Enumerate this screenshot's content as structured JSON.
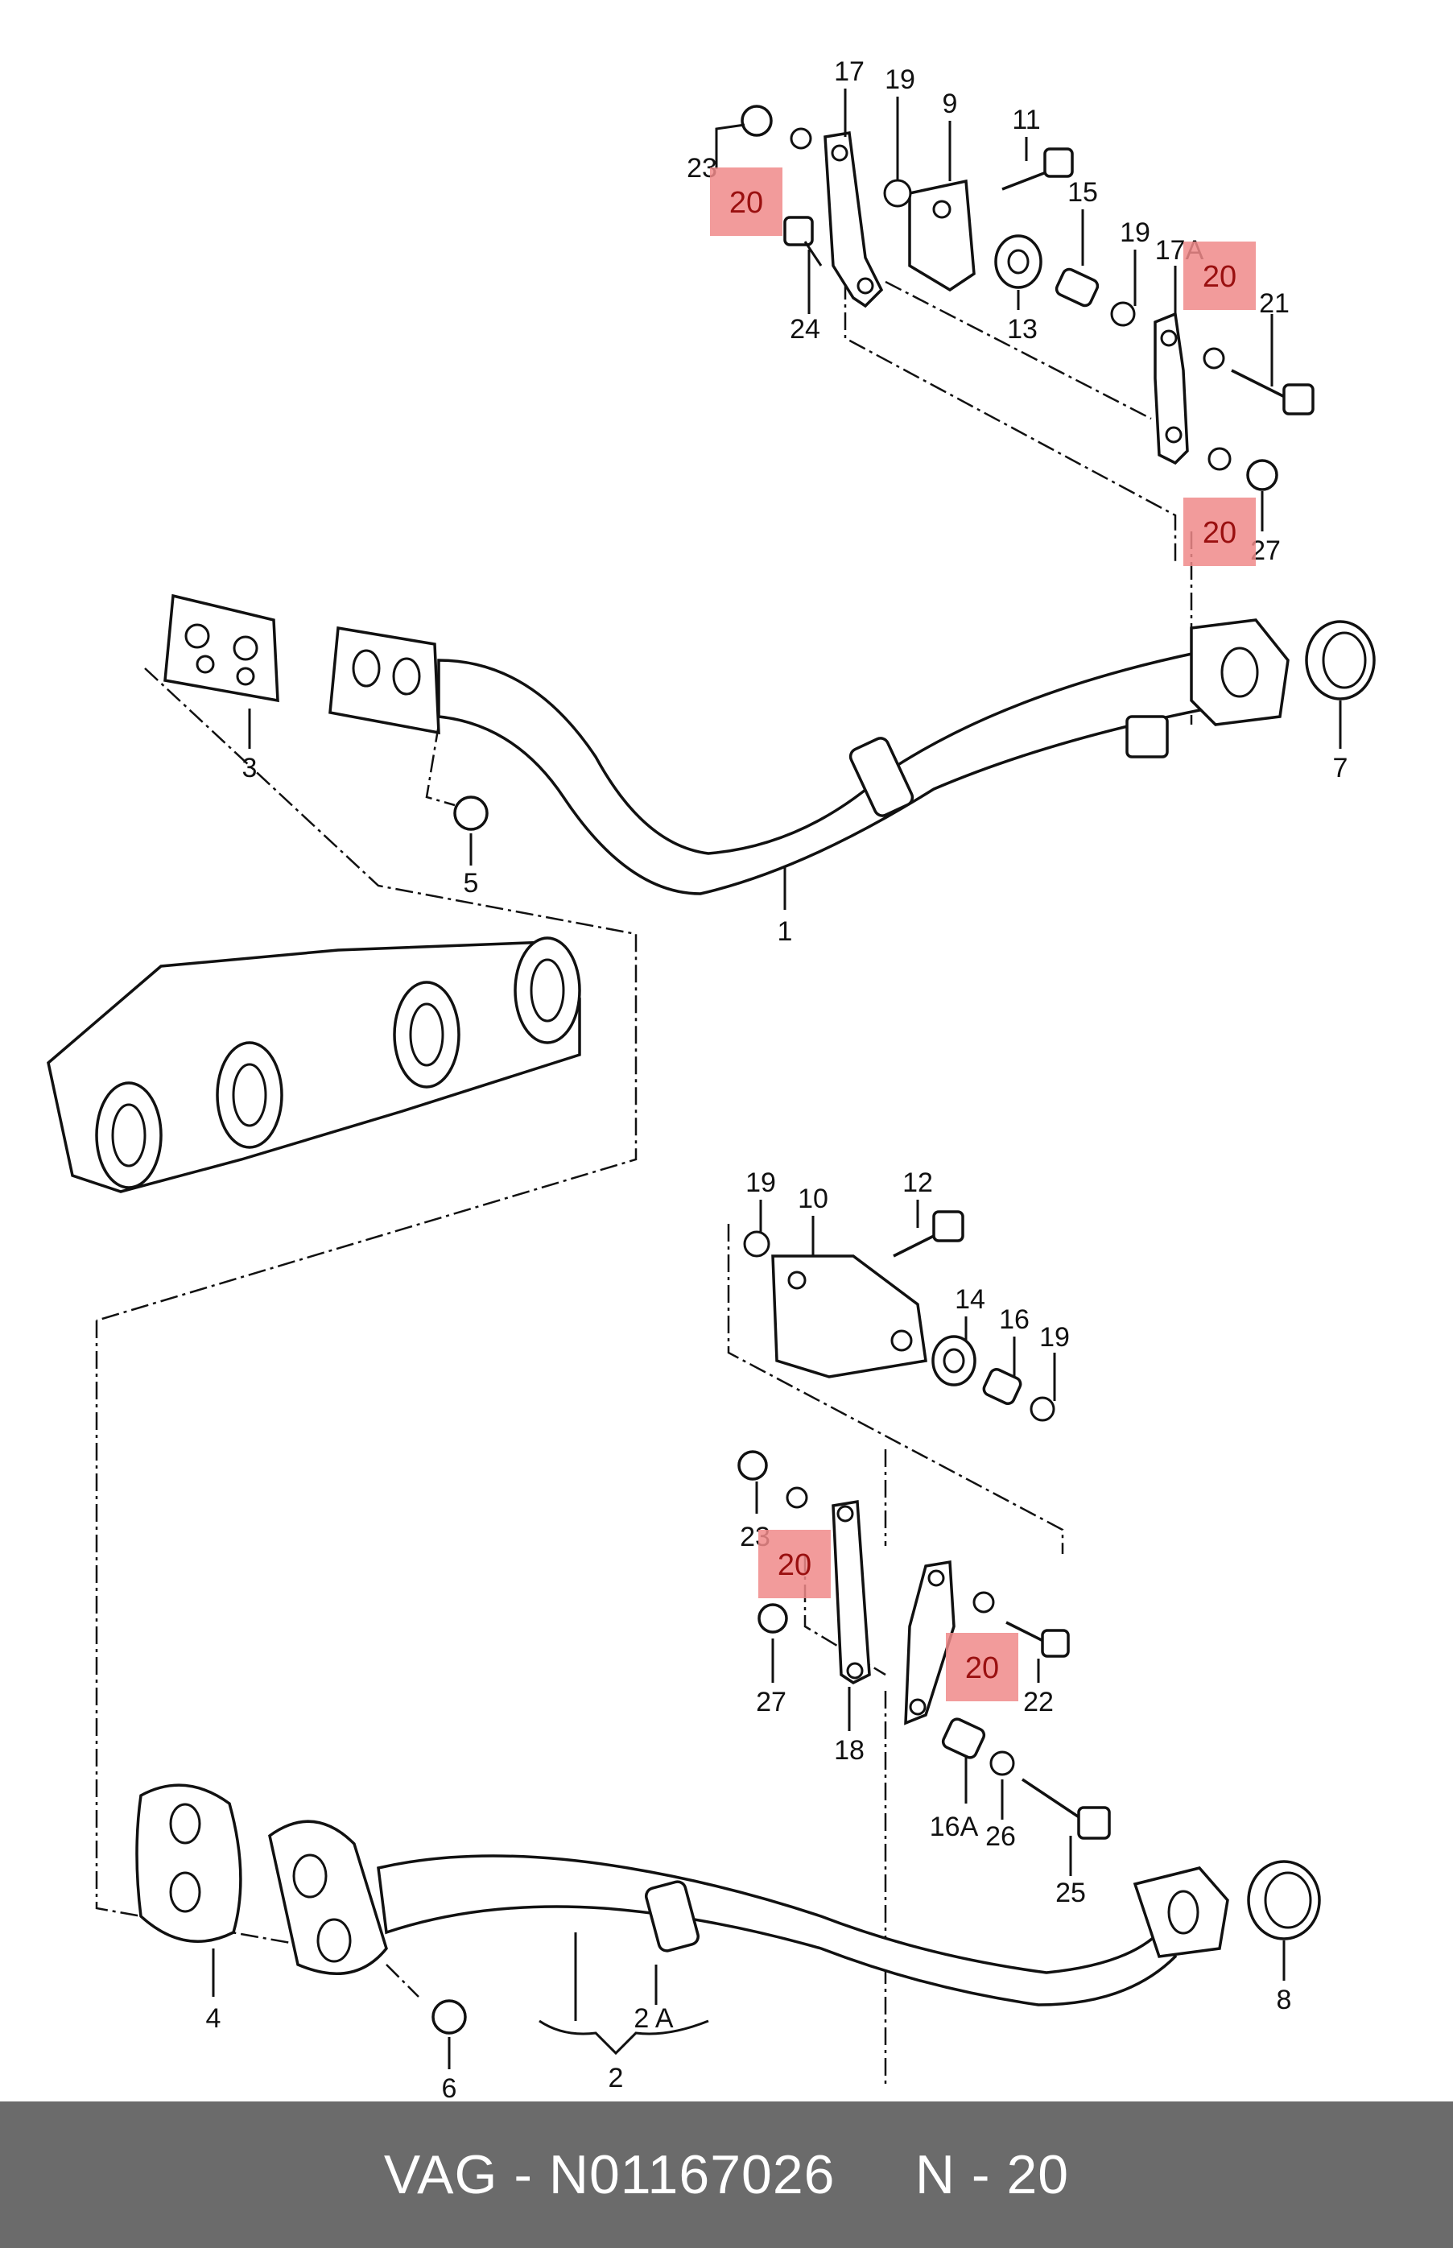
{
  "callouts": {
    "c1": "1",
    "c2": "2",
    "c2a": "2 A",
    "c3": "3",
    "c4": "4",
    "c5": "5",
    "c6": "6",
    "c7": "7",
    "c8": "8",
    "c9": "9",
    "c10": "10",
    "c11": "11",
    "c12": "12",
    "c13": "13",
    "c14": "14",
    "c15": "15",
    "c16": "16",
    "c16a": "16A",
    "c17": "17",
    "c17a": "17A",
    "c18": "18",
    "c19a": "19",
    "c19b": "19",
    "c19c": "19",
    "c21": "21",
    "c22": "22",
    "c23a": "23",
    "c23b": "23",
    "c24": "24",
    "c25": "25",
    "c26": "26",
    "c27a": "27",
    "c27b": "27"
  },
  "highlights": [
    "20",
    "20",
    "20",
    "20",
    "20"
  ],
  "colors": {
    "highlight": "#f08a8a",
    "highlight_text": "#9a1010",
    "footer_bg": "#6b6b6b"
  },
  "footer": {
    "text": "VAG - N01167026     N - 20"
  }
}
